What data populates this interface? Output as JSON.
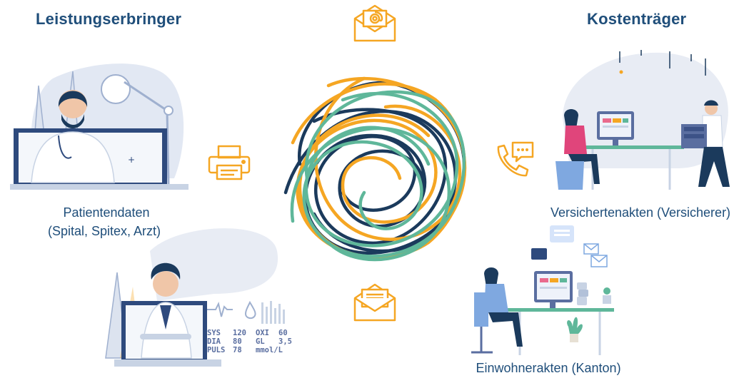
{
  "headers": {
    "left": "Leistungserbringer",
    "right": "Kostenträger"
  },
  "captions": {
    "patient_line1": "Patientendaten",
    "patient_line2": "(Spital, Spitex, Arzt)",
    "insurer": "Versichertenakten (Versicherer)",
    "canton": "Einwohnerakten (Kanton)"
  },
  "monitor_readout": {
    "sys_label": "SYS",
    "sys_value": "120",
    "dia_label": "DIA",
    "dia_value": "80",
    "puls_label": "PULS",
    "puls_value": "78",
    "oxi_label": "OXI",
    "oxi_value": "60",
    "gl_label": "GL",
    "gl_value": "3,5",
    "unit": "mmol/L"
  },
  "colors": {
    "navy": "#1f4e7a",
    "orange": "#f5a623",
    "teal": "#5fb79a",
    "dark_navy": "#1b3a5c"
  },
  "icons": [
    "email-at-icon",
    "fax-printer-icon",
    "phone-chat-icon",
    "letter-envelope-icon"
  ]
}
